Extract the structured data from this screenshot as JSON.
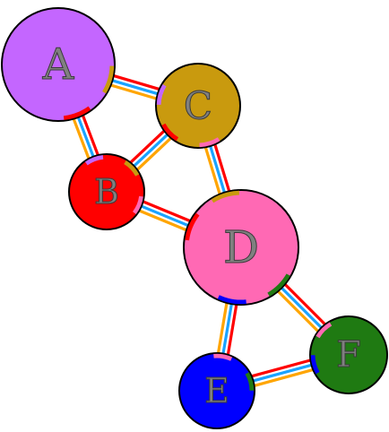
{
  "colors": {
    "edge_red": "#ff0000",
    "edge_blue": "#1aa3ff",
    "edge_orange": "#ffa500",
    "node_A": "#c466ff",
    "node_B": "#ff0000",
    "node_C": "#c99a0e",
    "node_D": "#ff69b4",
    "node_E": "#0000ff",
    "node_F": "#1f7a12",
    "port_A": "#c466ff",
    "port_B": "#ff0000",
    "port_C": "#c99a0e",
    "port_D": "#ff69b4",
    "port_E": "#0000ff",
    "port_F": "#1f7a12"
  },
  "nodes": [
    {
      "id": "A",
      "label": "A",
      "color": "#c466ff"
    },
    {
      "id": "B",
      "label": "B",
      "color": "#ff0000"
    },
    {
      "id": "C",
      "label": "C",
      "color": "#c99a0e"
    },
    {
      "id": "D",
      "label": "D",
      "color": "#ff69b4"
    },
    {
      "id": "E",
      "label": "E",
      "color": "#0000ff"
    },
    {
      "id": "F",
      "label": "F",
      "color": "#1f7a12"
    }
  ],
  "edges": [
    {
      "from": "A",
      "to": "C"
    },
    {
      "from": "A",
      "to": "B"
    },
    {
      "from": "B",
      "to": "C"
    },
    {
      "from": "B",
      "to": "D"
    },
    {
      "from": "C",
      "to": "D"
    },
    {
      "from": "D",
      "to": "E"
    },
    {
      "from": "D",
      "to": "F"
    },
    {
      "from": "E",
      "to": "F"
    }
  ]
}
